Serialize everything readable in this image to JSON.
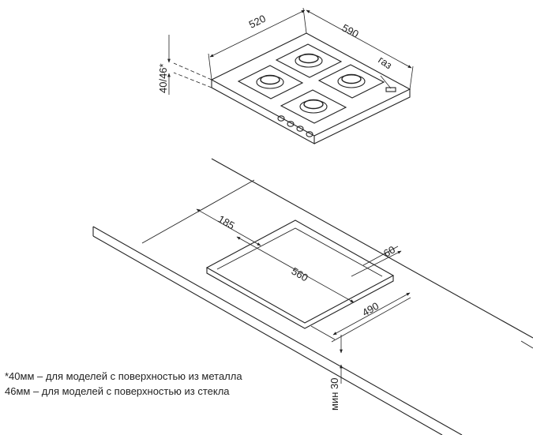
{
  "hob": {
    "width_label": "520",
    "depth_label": "590",
    "height_label": "40/46*",
    "gas_label": "газ"
  },
  "cutout": {
    "front_offset_label": "185",
    "depth_label": "560",
    "side_offset_label": "60",
    "width_label": "490",
    "min_thickness_label": "мин 30"
  },
  "notes": {
    "metal": "*40мм – для моделей с поверхностью  из металла",
    "glass": "46мм – для моделей с поверхностью  из стекла"
  },
  "colors": {
    "line": "#222222",
    "background": "#ffffff"
  }
}
